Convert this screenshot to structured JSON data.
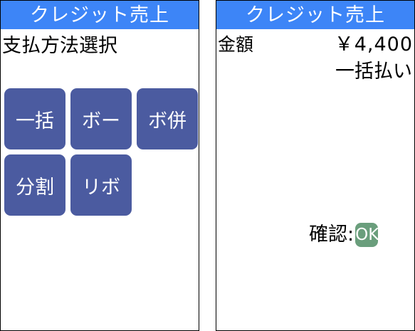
{
  "left_screen": {
    "title": "クレジット売上",
    "heading": "支払方法選択",
    "buttons": [
      {
        "label": "一括"
      },
      {
        "label": "ボー"
      },
      {
        "label": "ボ併"
      },
      {
        "label": "分割"
      },
      {
        "label": "リボ"
      }
    ]
  },
  "right_screen": {
    "title": "クレジット売上",
    "amount_label": "金額",
    "amount_value": "￥4,400",
    "payment_method": "一括払い",
    "confirm_label": "確認:",
    "ok_label": "OK"
  },
  "colors": {
    "title_bar": "#3d85f7",
    "button": "#4b5ba0",
    "ok_badge": "#6a9e7c"
  }
}
